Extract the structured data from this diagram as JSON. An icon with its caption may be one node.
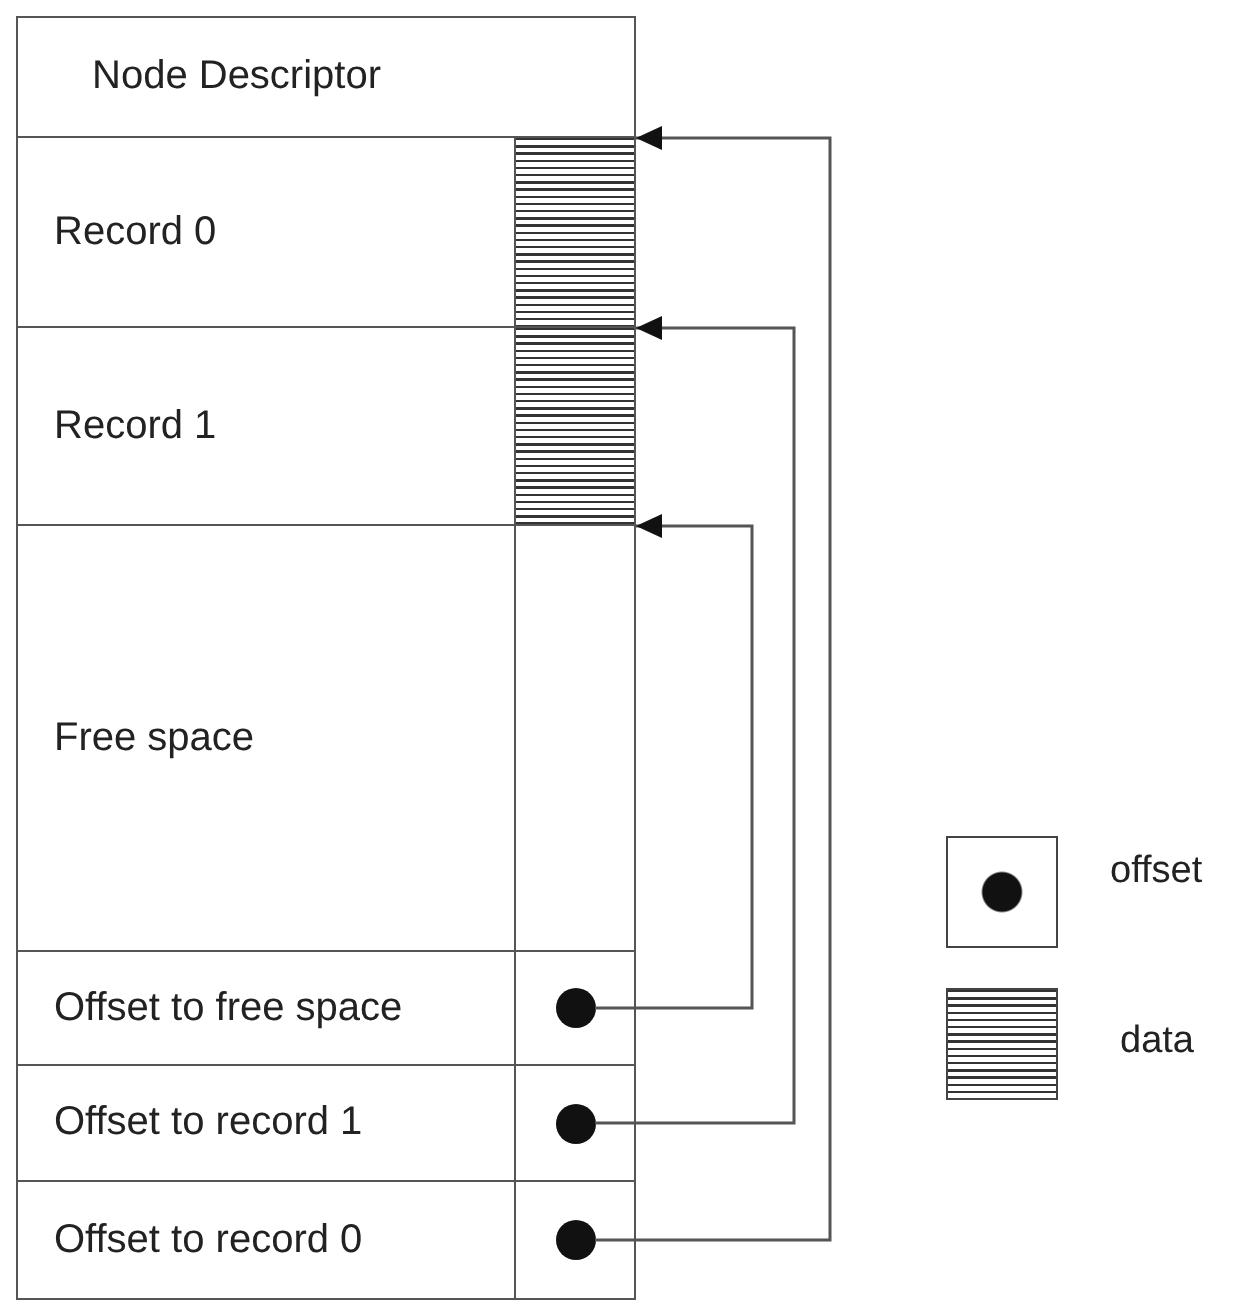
{
  "diagram": {
    "nodes": [
      {
        "text": [
          "Node Descriptor"
        ]
      },
      {
        "text": [
          "Record 0"
        ]
      },
      {
        "text": [
          "Record 1"
        ]
      },
      {
        "text": [
          "Free space"
        ]
      },
      {
        "text": [
          "Offset to free space"
        ]
      },
      {
        "text": [
          "Offset to record 1"
        ]
      },
      {
        "text": [
          "Offset to record 0"
        ]
      },
      {
        "text": [],
        "shape": "box",
        "in": 1
      },
      {
        "text": [],
        "shape": "box",
        "in": 2
      },
      {
        "text": [],
        "shape": "circle",
        "in": 4
      },
      {
        "text": [],
        "shape": "circle",
        "in": 5
      },
      {
        "text": [],
        "shape": "circle",
        "in": 6
      }
    ],
    "edges": [
      {
        "from": 9,
        "to": 3,
        "arrow": "to"
      },
      {
        "from": 10,
        "to": 8,
        "arrow": "to"
      },
      {
        "from": 11,
        "to": 7,
        "arrow": "to"
      }
    ],
    "legend": [
      {
        "text": "offset"
      },
      {
        "text": "data"
      }
    ]
  }
}
